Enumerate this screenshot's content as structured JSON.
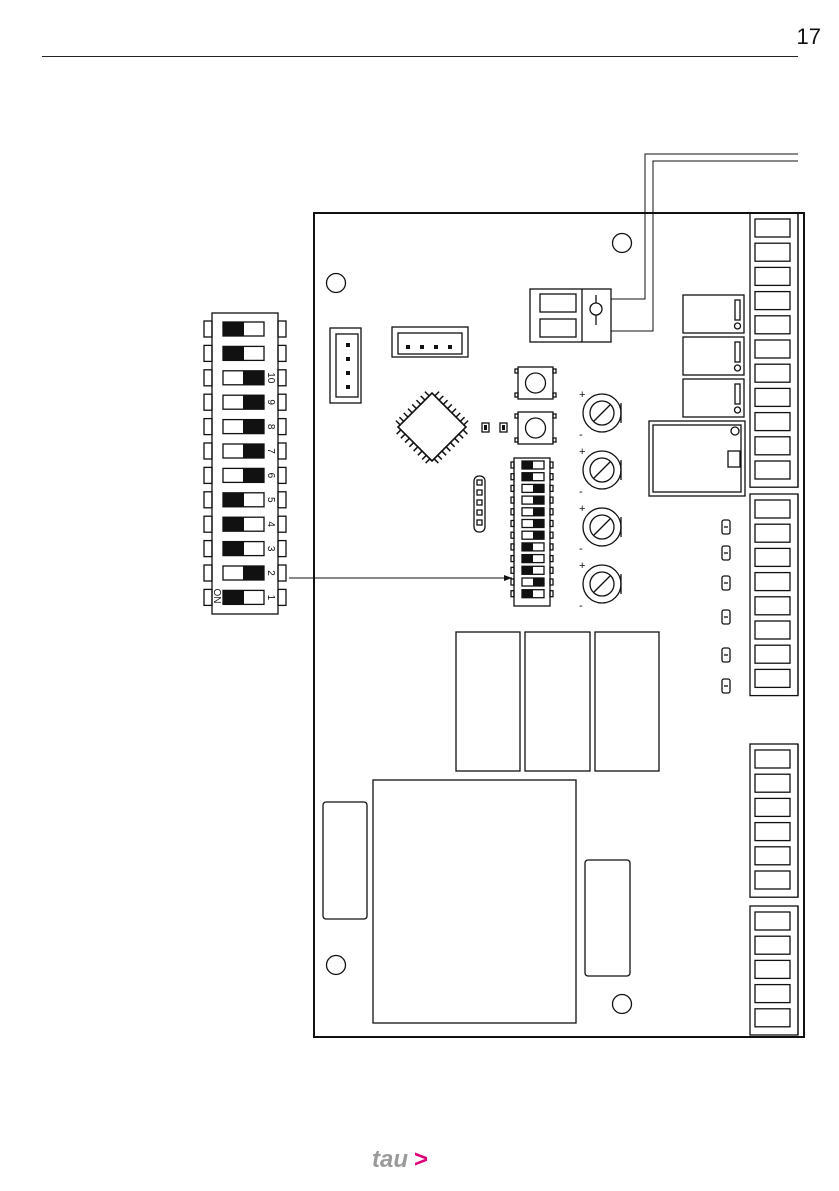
{
  "page": {
    "number": "17"
  },
  "colors": {
    "ink": "#111111",
    "rule": "#222222",
    "brand_grey": "#9a9a9a",
    "brand_accent": "#e0007a"
  },
  "dip_switch": {
    "on_label": "ON",
    "switches": [
      {
        "label": "",
        "on": true
      },
      {
        "label": "",
        "on": true
      },
      {
        "label": "10",
        "on": false
      },
      {
        "label": "9",
        "on": false
      },
      {
        "label": "8",
        "on": false
      },
      {
        "label": "7",
        "on": false
      },
      {
        "label": "6",
        "on": false
      },
      {
        "label": "5",
        "on": true
      },
      {
        "label": "4",
        "on": true
      },
      {
        "label": "3",
        "on": true
      },
      {
        "label": "2",
        "on": false
      },
      {
        "label": "1",
        "on": true
      }
    ]
  },
  "trimmers": {
    "plus": "+",
    "minus": "-"
  },
  "footer": {
    "brand": "tau",
    "chevron": ">"
  }
}
